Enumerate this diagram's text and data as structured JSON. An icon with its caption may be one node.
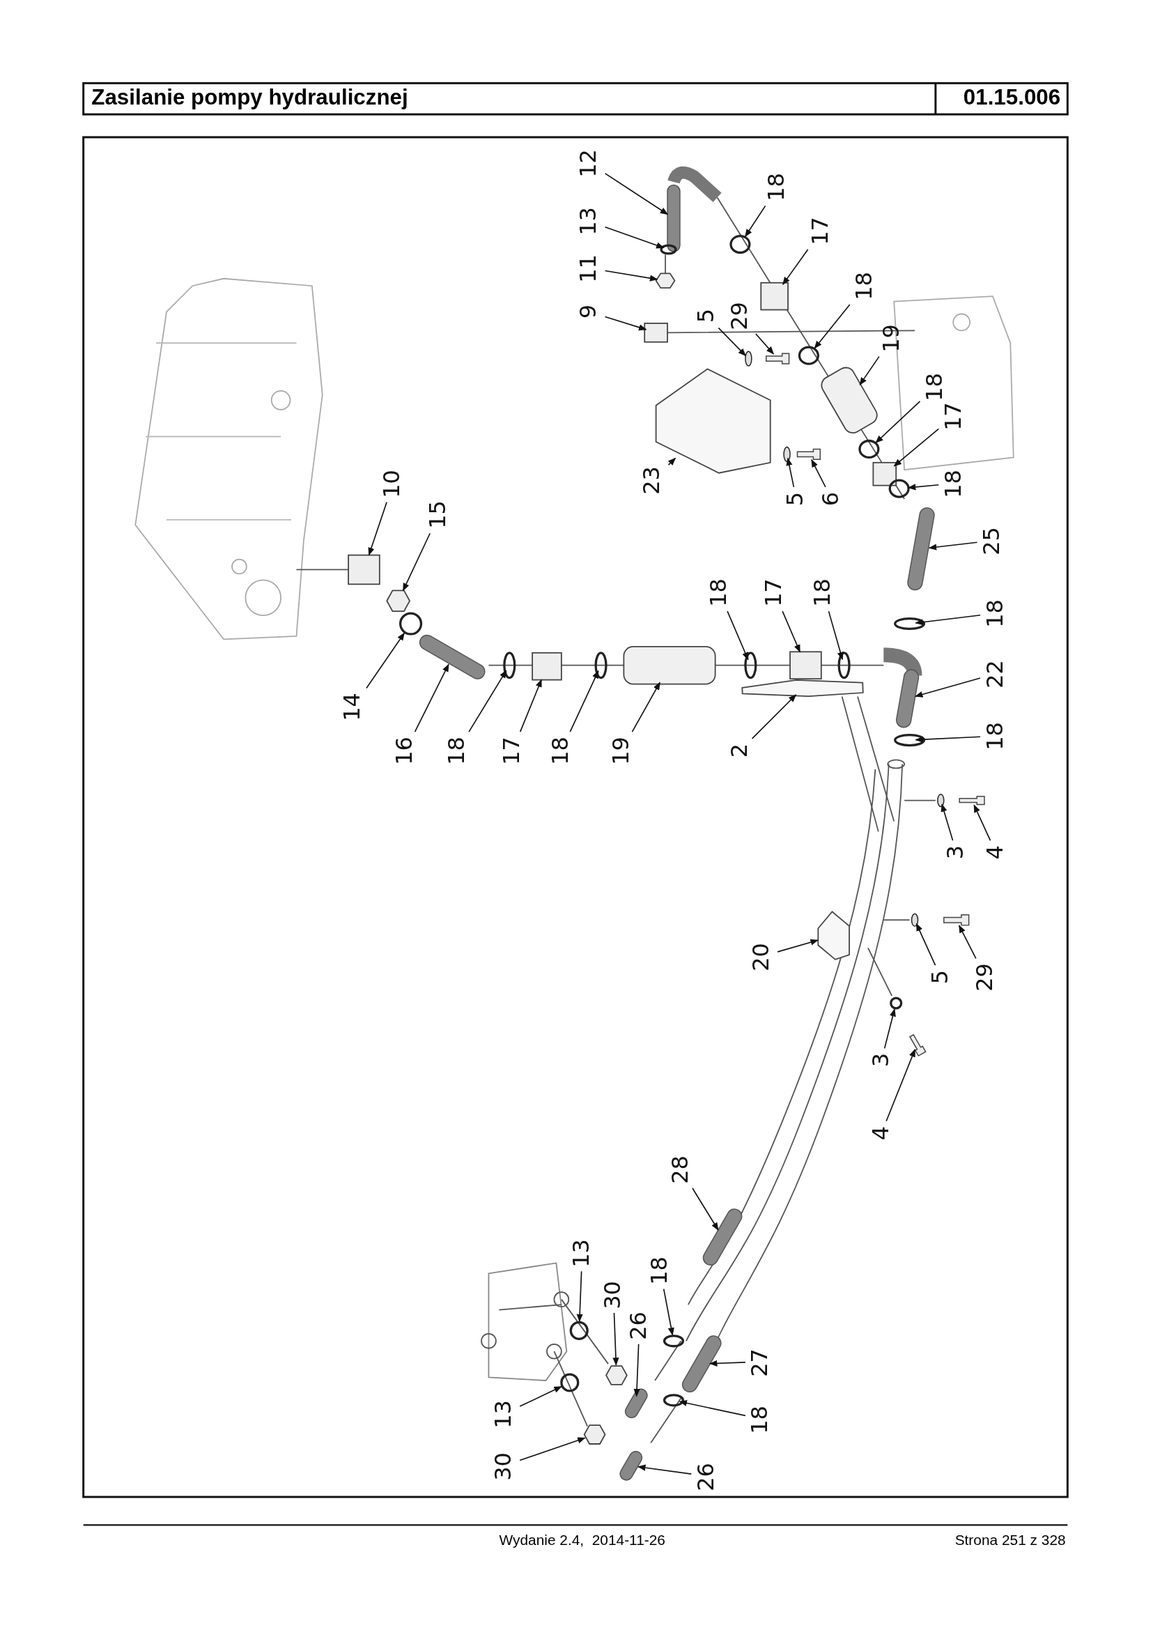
{
  "diagram": {
    "title": "Zasilanie pompy hydraulicznej",
    "nodes": [
      {
        "text": [
          "12"
        ]
      },
      {
        "text": [
          "18"
        ]
      },
      {
        "text": [
          "13"
        ]
      },
      {
        "text": [
          "17"
        ]
      },
      {
        "text": [
          "11"
        ]
      },
      {
        "text": [
          "18"
        ]
      },
      {
        "text": [
          "9"
        ]
      },
      {
        "text": [
          "5"
        ]
      },
      {
        "text": [
          "29"
        ]
      },
      {
        "text": [
          "19"
        ]
      },
      {
        "text": [
          "18"
        ]
      },
      {
        "text": [
          "17"
        ]
      },
      {
        "text": [
          "23"
        ]
      },
      {
        "text": [
          "5"
        ]
      },
      {
        "text": [
          "6"
        ]
      },
      {
        "text": [
          "18"
        ]
      },
      {
        "text": [
          "10"
        ]
      },
      {
        "text": [
          "15"
        ]
      },
      {
        "text": [
          "25"
        ]
      },
      {
        "text": [
          "18"
        ]
      },
      {
        "text": [
          "17"
        ]
      },
      {
        "text": [
          "18"
        ]
      },
      {
        "text": [
          "18"
        ]
      },
      {
        "text": [
          "22"
        ]
      },
      {
        "text": [
          "14"
        ]
      },
      {
        "text": [
          "16"
        ]
      },
      {
        "text": [
          "18"
        ]
      },
      {
        "text": [
          "17"
        ]
      },
      {
        "text": [
          "18"
        ]
      },
      {
        "text": [
          "19"
        ]
      },
      {
        "text": [
          "2"
        ]
      },
      {
        "text": [
          "18"
        ]
      },
      {
        "text": [
          "3"
        ]
      },
      {
        "text": [
          "4"
        ]
      },
      {
        "text": [
          "20"
        ]
      },
      {
        "text": [
          "5"
        ]
      },
      {
        "text": [
          "29"
        ]
      },
      {
        "text": [
          "3"
        ]
      },
      {
        "text": [
          "4"
        ]
      },
      {
        "text": [
          "28"
        ]
      },
      {
        "text": [
          "13"
        ]
      },
      {
        "text": [
          "30"
        ]
      },
      {
        "text": [
          "18"
        ]
      },
      {
        "text": [
          "26"
        ]
      },
      {
        "text": [
          "27"
        ]
      },
      {
        "text": [
          "13"
        ]
      },
      {
        "text": [
          "18"
        ]
      },
      {
        "text": [
          "30"
        ]
      },
      {
        "text": [
          "26"
        ]
      },
      {
        "text": [],
        "shape": "pipe"
      },
      {
        "text": [],
        "shape": "ring"
      },
      {
        "text": [],
        "shape": "ring"
      },
      {
        "text": [],
        "shape": "box"
      },
      {
        "text": [],
        "shape": "nut"
      },
      {
        "text": [],
        "shape": "ring"
      },
      {
        "text": [],
        "shape": "box"
      },
      {
        "text": [],
        "shape": "washer"
      },
      {
        "text": [],
        "shape": "bolt"
      },
      {
        "text": [],
        "shape": "cylinder"
      },
      {
        "text": [],
        "shape": "ring"
      },
      {
        "text": [],
        "shape": "box"
      },
      {
        "text": [],
        "shape": "bracket"
      },
      {
        "text": [],
        "shape": "washer"
      },
      {
        "text": [],
        "shape": "bolt"
      },
      {
        "text": [],
        "shape": "ring"
      },
      {
        "text": [],
        "shape": "box"
      },
      {
        "text": [],
        "shape": "nut"
      },
      {
        "text": [],
        "shape": "pipe"
      },
      {
        "text": [],
        "shape": "ring"
      },
      {
        "text": [],
        "shape": "box"
      },
      {
        "text": [],
        "shape": "ring"
      },
      {
        "text": [],
        "shape": "ring"
      },
      {
        "text": [],
        "shape": "pipe"
      },
      {
        "text": [],
        "shape": "ring"
      },
      {
        "text": [],
        "shape": "pipe"
      },
      {
        "text": [],
        "shape": "ring"
      },
      {
        "text": [],
        "shape": "box"
      },
      {
        "text": [],
        "shape": "ring"
      },
      {
        "text": [],
        "shape": "cylinder"
      },
      {
        "text": [],
        "shape": "bracket"
      },
      {
        "text": [],
        "shape": "ring"
      },
      {
        "text": [],
        "shape": "washer"
      },
      {
        "text": [],
        "shape": "bolt"
      },
      {
        "text": [],
        "shape": "bracket"
      },
      {
        "text": [],
        "shape": "washer"
      },
      {
        "text": [],
        "shape": "bolt"
      },
      {
        "text": [],
        "shape": "ring"
      },
      {
        "text": [],
        "shape": "bolt"
      },
      {
        "text": [],
        "shape": "pipe"
      },
      {
        "text": [],
        "shape": "ring"
      },
      {
        "text": [],
        "shape": "nut"
      },
      {
        "text": [],
        "shape": "ring"
      },
      {
        "text": [],
        "shape": "pipe"
      },
      {
        "text": [],
        "shape": "pipe"
      },
      {
        "text": [],
        "shape": "ring"
      },
      {
        "text": [],
        "shape": "ring"
      },
      {
        "text": [],
        "shape": "nut"
      },
      {
        "text": [],
        "shape": "pipe"
      }
    ],
    "edges": [
      {
        "from": 0,
        "to": 49,
        "arrow": "to"
      },
      {
        "from": 1,
        "to": 50,
        "arrow": "to"
      },
      {
        "from": 2,
        "to": 51,
        "arrow": "to"
      },
      {
        "from": 3,
        "to": 52,
        "arrow": "to"
      },
      {
        "from": 4,
        "to": 53,
        "arrow": "to"
      },
      {
        "from": 5,
        "to": 54,
        "arrow": "to"
      },
      {
        "from": 6,
        "to": 55,
        "arrow": "to"
      },
      {
        "from": 7,
        "to": 56,
        "arrow": "to"
      },
      {
        "from": 8,
        "to": 57,
        "arrow": "to"
      },
      {
        "from": 9,
        "to": 58,
        "arrow": "to"
      },
      {
        "from": 10,
        "to": 59,
        "arrow": "to"
      },
      {
        "from": 11,
        "to": 60,
        "arrow": "to"
      },
      {
        "from": 12,
        "to": 61,
        "arrow": "to"
      },
      {
        "from": 13,
        "to": 62,
        "arrow": "to"
      },
      {
        "from": 14,
        "to": 63,
        "arrow": "to"
      },
      {
        "from": 15,
        "to": 64,
        "arrow": "to"
      },
      {
        "from": 16,
        "to": 65,
        "arrow": "to"
      },
      {
        "from": 17,
        "to": 66,
        "arrow": "to"
      },
      {
        "from": 18,
        "to": 67,
        "arrow": "to"
      },
      {
        "from": 19,
        "to": 68,
        "arrow": "to"
      },
      {
        "from": 20,
        "to": 69,
        "arrow": "to"
      },
      {
        "from": 21,
        "to": 70,
        "arrow": "to"
      },
      {
        "from": 22,
        "to": 71,
        "arrow": "to"
      },
      {
        "from": 23,
        "to": 72,
        "arrow": "to"
      },
      {
        "from": 24,
        "to": 73,
        "arrow": "to"
      },
      {
        "from": 25,
        "to": 74,
        "arrow": "to"
      },
      {
        "from": 26,
        "to": 75,
        "arrow": "to"
      },
      {
        "from": 27,
        "to": 76,
        "arrow": "to"
      },
      {
        "from": 28,
        "to": 77,
        "arrow": "to"
      },
      {
        "from": 29,
        "to": 78,
        "arrow": "to"
      },
      {
        "from": 30,
        "to": 79,
        "arrow": "to"
      },
      {
        "from": 31,
        "to": 80,
        "arrow": "to"
      },
      {
        "from": 32,
        "to": 81,
        "arrow": "to"
      },
      {
        "from": 33,
        "to": 82,
        "arrow": "to"
      },
      {
        "from": 34,
        "to": 83,
        "arrow": "to"
      },
      {
        "from": 35,
        "to": 84,
        "arrow": "to"
      },
      {
        "from": 36,
        "to": 85,
        "arrow": "to"
      },
      {
        "from": 37,
        "to": 86,
        "arrow": "to"
      },
      {
        "from": 38,
        "to": 87,
        "arrow": "to"
      },
      {
        "from": 39,
        "to": 88,
        "arrow": "to"
      },
      {
        "from": 40,
        "to": 89,
        "arrow": "to"
      },
      {
        "from": 41,
        "to": 90,
        "arrow": "to"
      },
      {
        "from": 42,
        "to": 91,
        "arrow": "to"
      },
      {
        "from": 43,
        "to": 92,
        "arrow": "to"
      },
      {
        "from": 44,
        "to": 93,
        "arrow": "to"
      },
      {
        "from": 45,
        "to": 94,
        "arrow": "to"
      },
      {
        "from": 46,
        "to": 95,
        "arrow": "to"
      },
      {
        "from": 47,
        "to": 96,
        "arrow": "to"
      },
      {
        "from": 48,
        "to": 97,
        "arrow": "to"
      }
    ],
    "labels": [
      "01.15.006",
      "Wydanie 2.4,  2014-11-26",
      "Strona 251 z 328"
    ]
  }
}
